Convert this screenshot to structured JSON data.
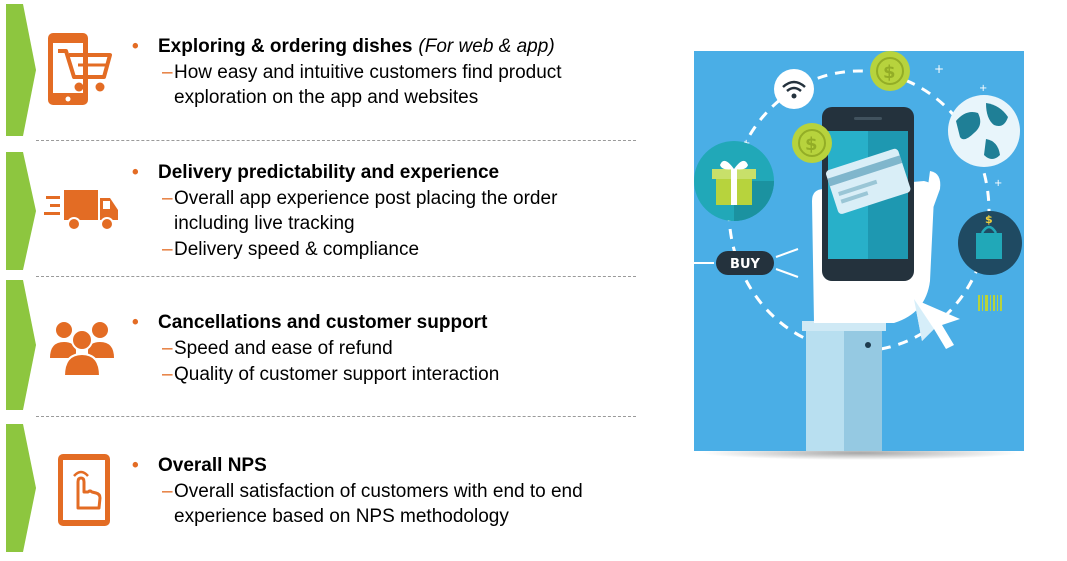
{
  "rows": [
    {
      "icon": "cart-phone-icon",
      "title": "Exploring & ordering dishes",
      "subtitle": "(For web & app)",
      "items": [
        "How easy and intuitive customers find product exploration on the app and websites"
      ]
    },
    {
      "icon": "delivery-truck-icon",
      "title": "Delivery predictability and experience",
      "subtitle": "",
      "items": [
        "Overall app experience post placing the order including live tracking",
        "Delivery speed & compliance"
      ]
    },
    {
      "icon": "people-group-icon",
      "title": "Cancellations and customer support",
      "subtitle": "",
      "items": [
        "Speed and ease of refund",
        "Quality of customer support interaction"
      ]
    },
    {
      "icon": "touch-tablet-icon",
      "title": "Overall NPS",
      "subtitle": "",
      "items": [
        "Overall satisfaction of customers with end to end experience based on NPS methodology"
      ]
    }
  ],
  "markers": {
    "bullet": "•",
    "dash": "–"
  },
  "illustration": {
    "buy_label": "BUY"
  },
  "colors": {
    "accent": "#e36c24",
    "chevron": "#8dc63f",
    "illustration_bg": "#4aaee6"
  }
}
